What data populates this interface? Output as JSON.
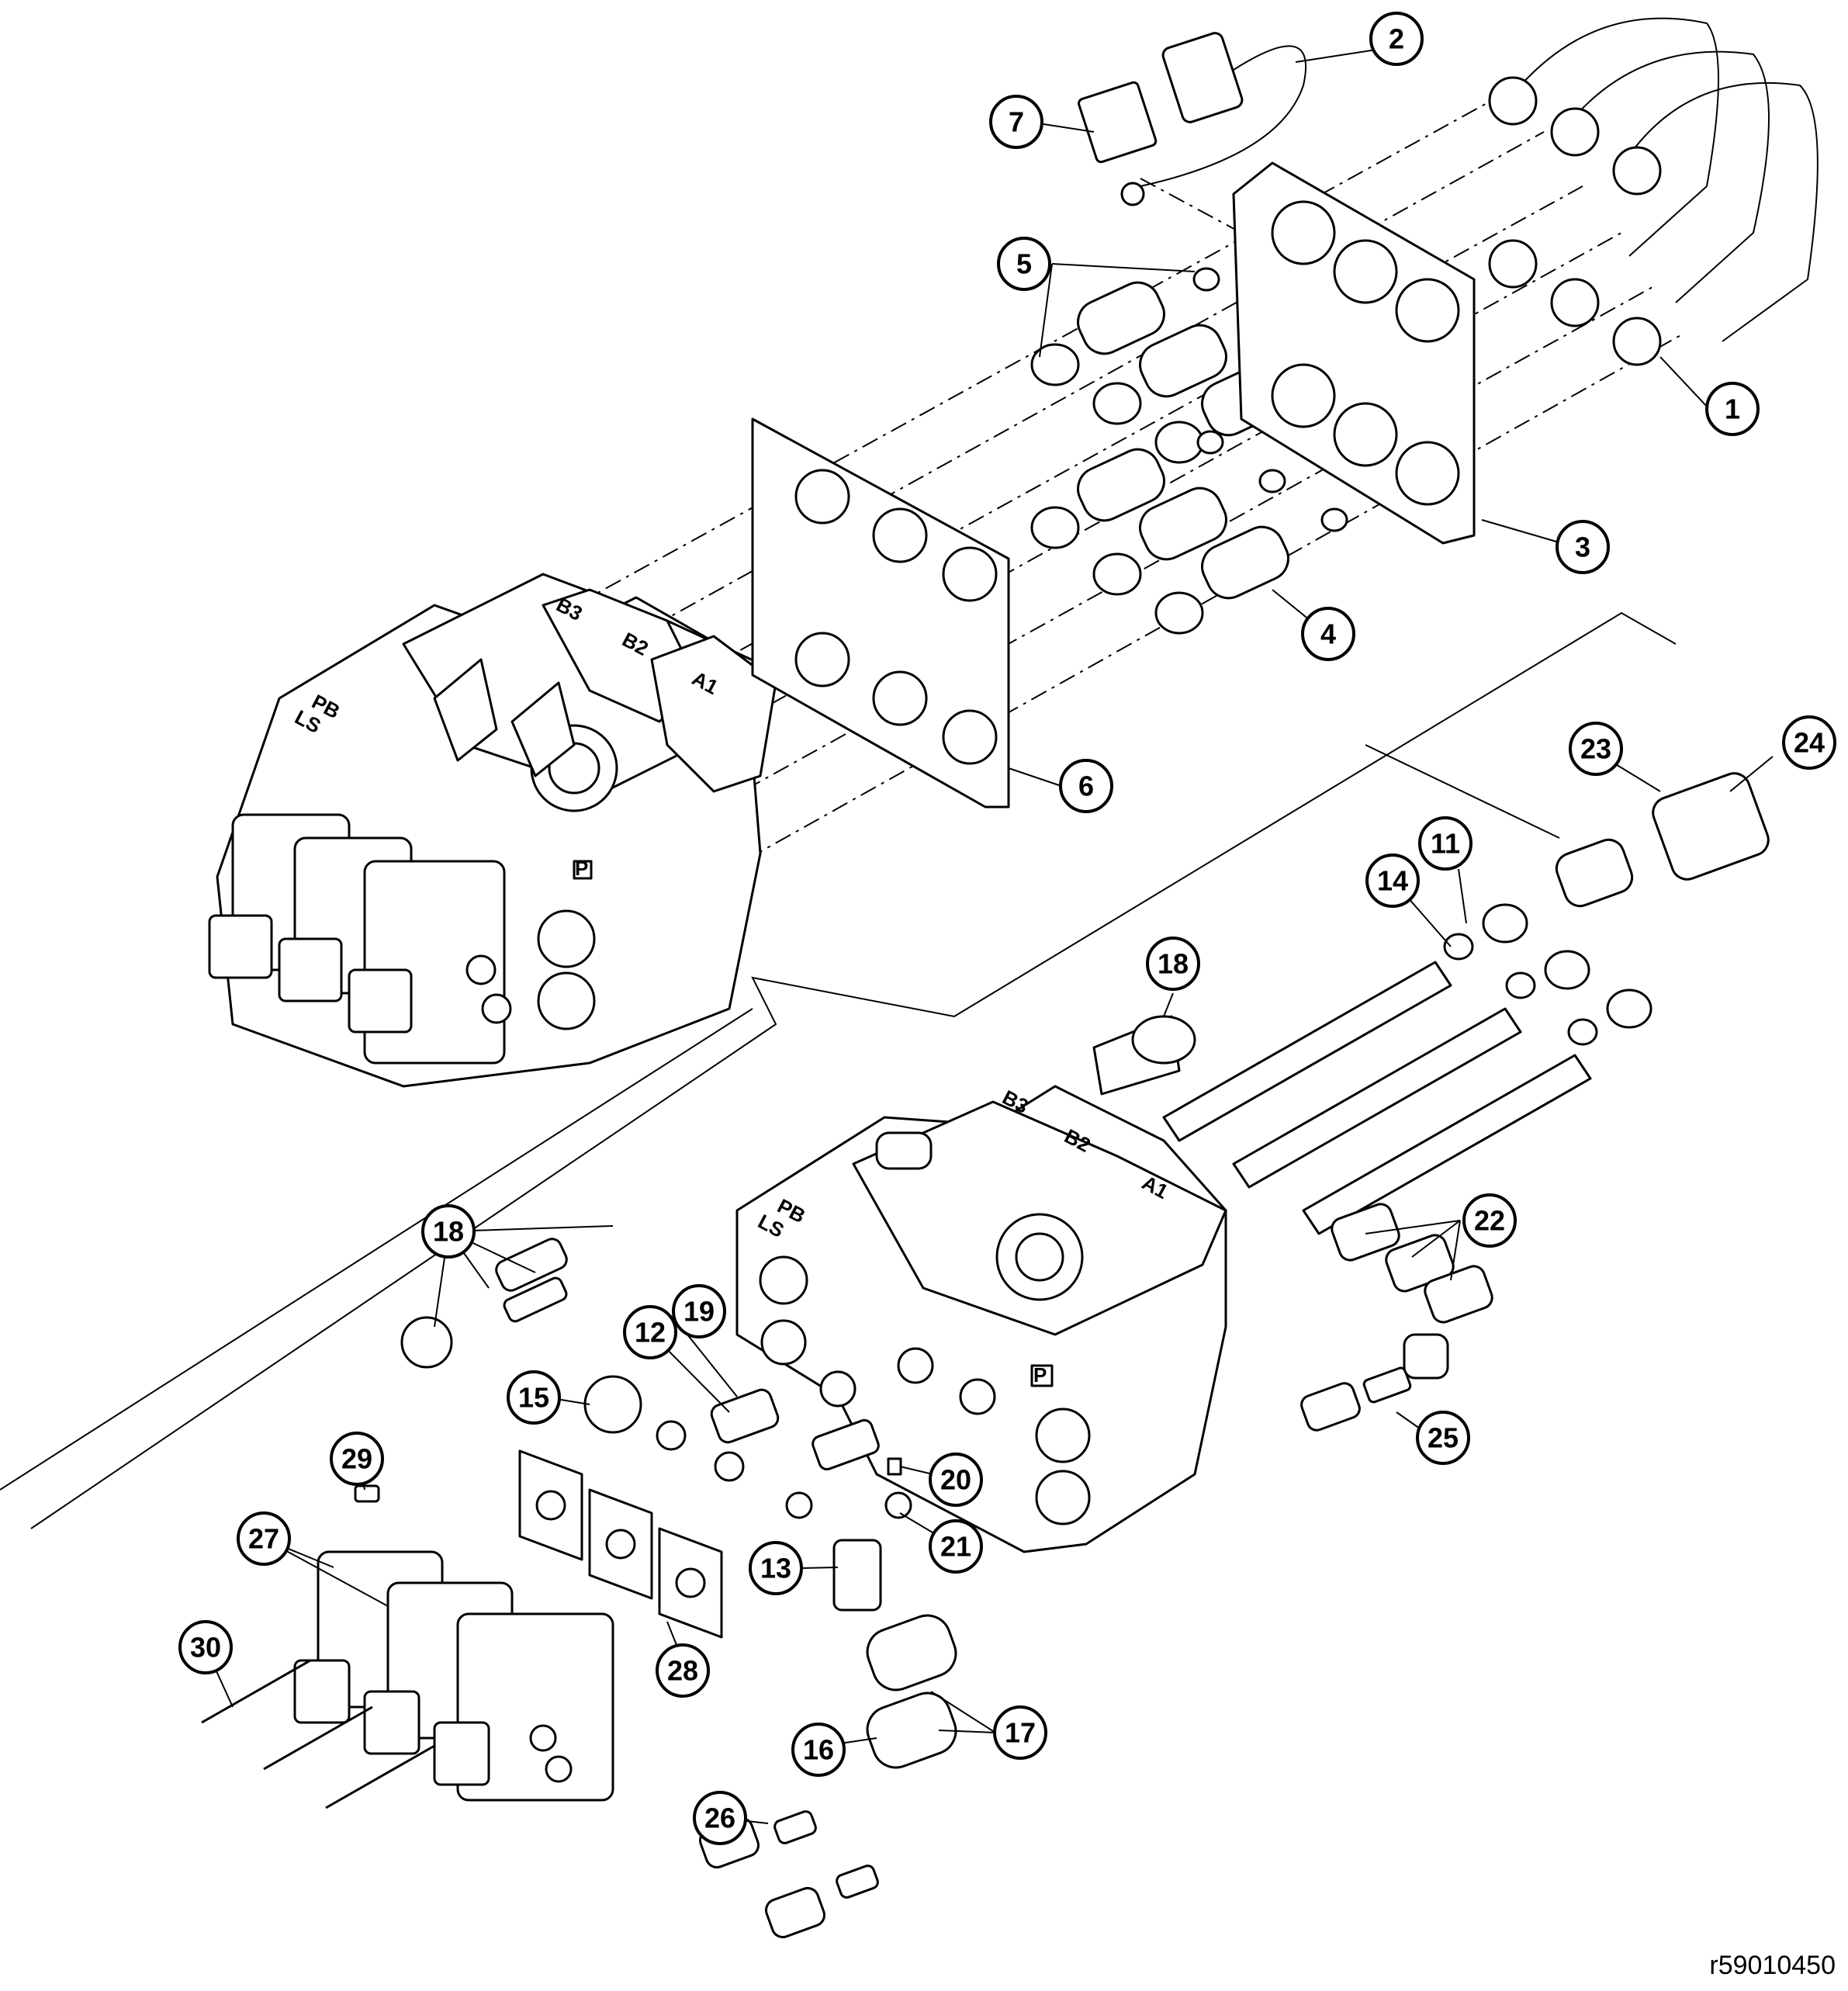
{
  "figure_id": "r59010450",
  "callouts": [
    "1",
    "2",
    "3",
    "4",
    "5",
    "6",
    "7",
    "11",
    "12",
    "13",
    "14",
    "15",
    "16",
    "17",
    "18",
    "18",
    "19",
    "20",
    "21",
    "22",
    "23",
    "24",
    "25",
    "26",
    "27",
    "28",
    "29",
    "30"
  ],
  "valve_markings": {
    "upper": [
      "B3",
      "B2",
      "A1",
      "PB",
      "LS",
      "P"
    ],
    "lower": [
      "B3",
      "B2",
      "A1",
      "PB",
      "LS",
      "P"
    ]
  }
}
